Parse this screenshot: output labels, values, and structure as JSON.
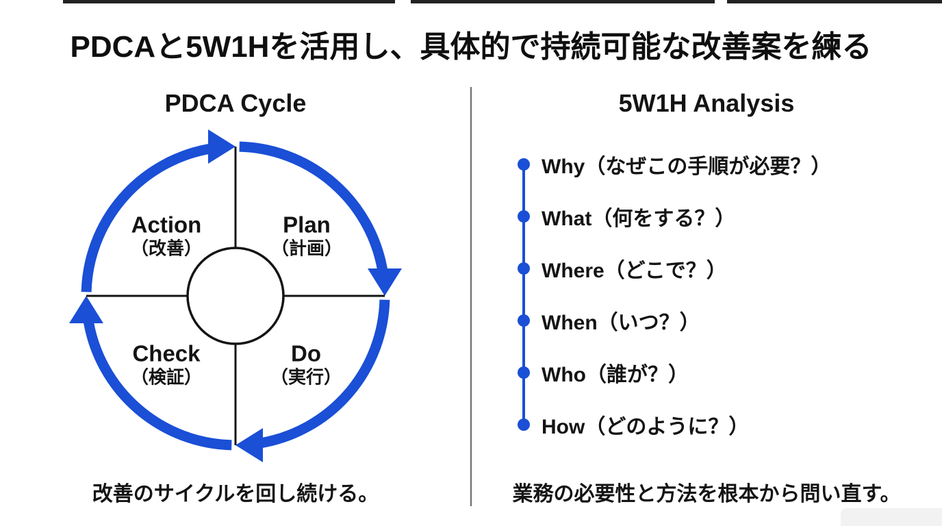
{
  "title": "PDCAと5W1Hを活用し、具体的で持続可能な改善案を練る",
  "colors": {
    "accent_blue": "#1a4fd6",
    "text": "#141414",
    "divider": "#6a6a6a",
    "background": "#ffffff"
  },
  "left_panel": {
    "heading": "PDCA Cycle",
    "quadrants": [
      {
        "label": "Action",
        "sublabel": "（改善）"
      },
      {
        "label": "Plan",
        "sublabel": "（計画）"
      },
      {
        "label": "Check",
        "sublabel": "（検証）"
      },
      {
        "label": "Do",
        "sublabel": "（実行）"
      }
    ],
    "caption": "改善のサイクルを回し続ける。"
  },
  "right_panel": {
    "heading": "5W1H Analysis",
    "items": [
      {
        "label": "Why（なぜこの手順が必要？）"
      },
      {
        "label": "What（何をする？）"
      },
      {
        "label": "Where（どこで？）"
      },
      {
        "label": "When（いつ？）"
      },
      {
        "label": "Who（誰が？）"
      },
      {
        "label": "How（どのように？）"
      }
    ],
    "caption": "業務の必要性と方法を根本から問い直す。"
  }
}
